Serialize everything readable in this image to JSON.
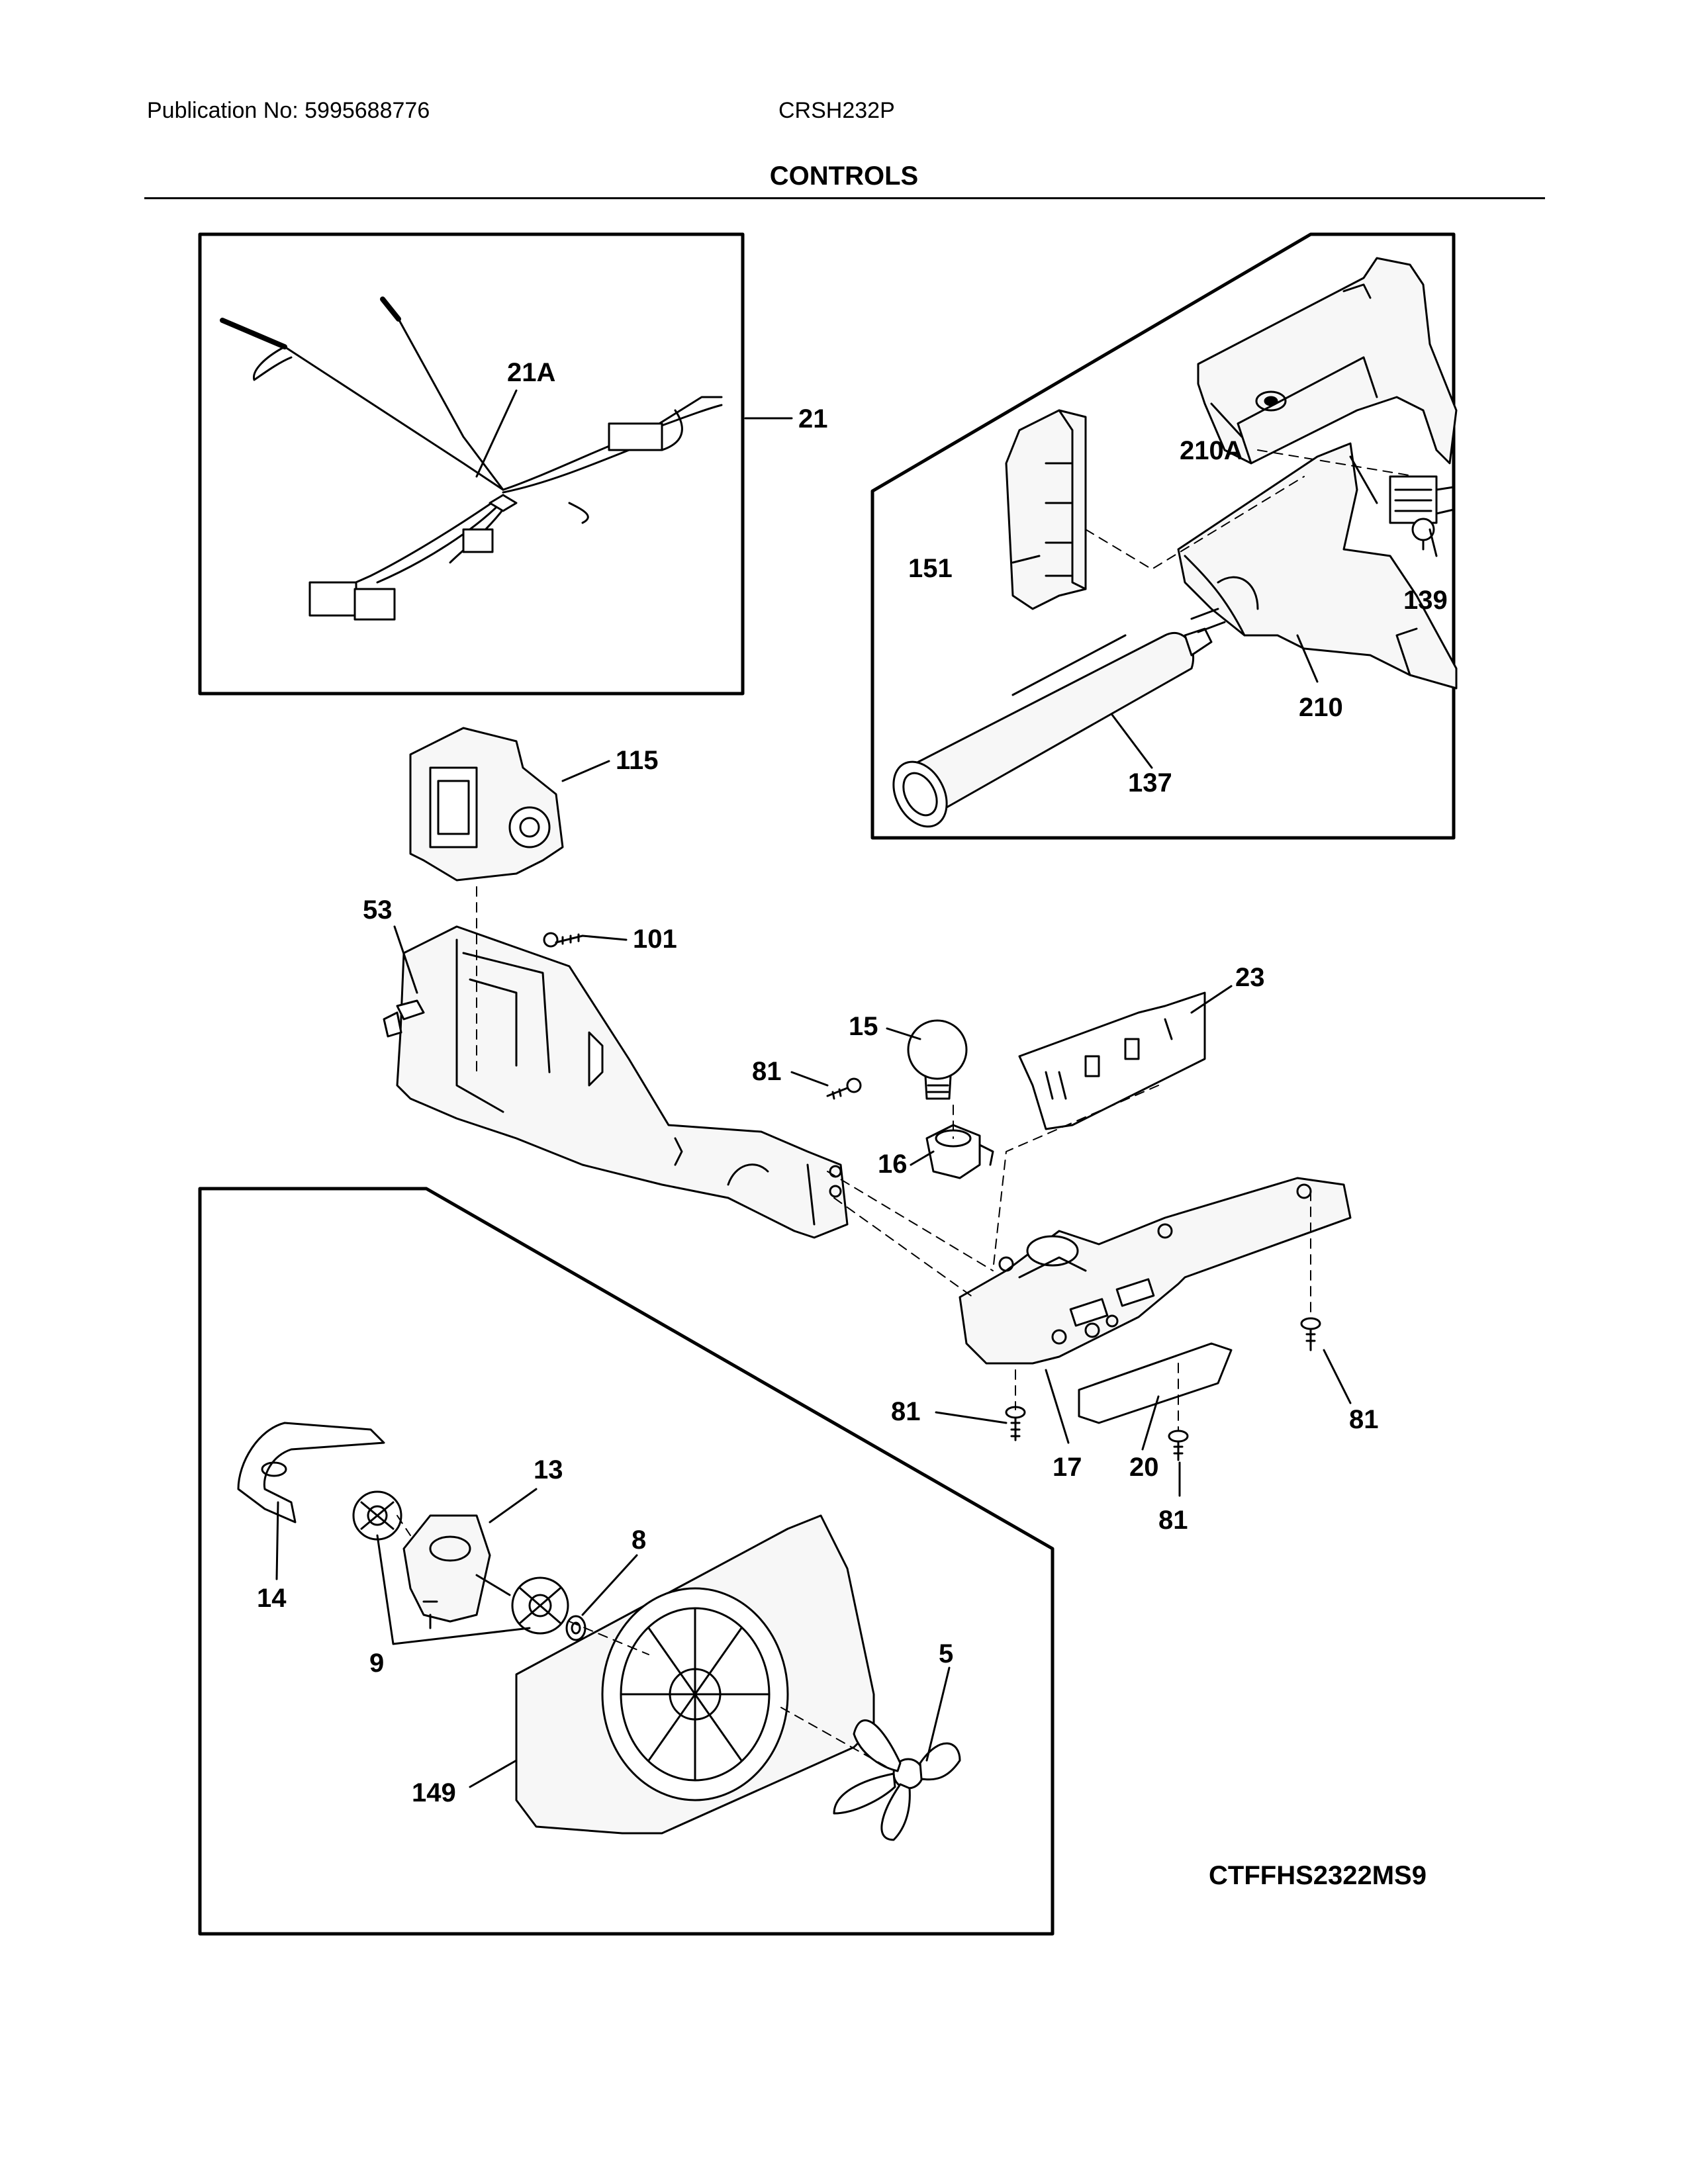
{
  "header": {
    "publication": "Publication No: 5995688776",
    "model": "CRSH232P",
    "title": "CONTROLS"
  },
  "footer": {
    "diagram_code": "CTFFHS2322MS9"
  },
  "parts": [
    {
      "id": "21A"
    },
    {
      "id": "21"
    },
    {
      "id": "210A"
    },
    {
      "id": "151"
    },
    {
      "id": "139"
    },
    {
      "id": "210"
    },
    {
      "id": "137"
    },
    {
      "id": "115"
    },
    {
      "id": "53"
    },
    {
      "id": "101"
    },
    {
      "id": "23"
    },
    {
      "id": "15"
    },
    {
      "id": "81a",
      "label": "81"
    },
    {
      "id": "16"
    },
    {
      "id": "81b",
      "label": "81"
    },
    {
      "id": "81c",
      "label": "81"
    },
    {
      "id": "17"
    },
    {
      "id": "20"
    },
    {
      "id": "81d",
      "label": "81"
    },
    {
      "id": "13"
    },
    {
      "id": "8"
    },
    {
      "id": "14"
    },
    {
      "id": "9"
    },
    {
      "id": "5"
    },
    {
      "id": "149"
    }
  ],
  "colors": {
    "ink": "#000000",
    "paper": "#ffffff",
    "part_fill": "#f7f7f7"
  }
}
